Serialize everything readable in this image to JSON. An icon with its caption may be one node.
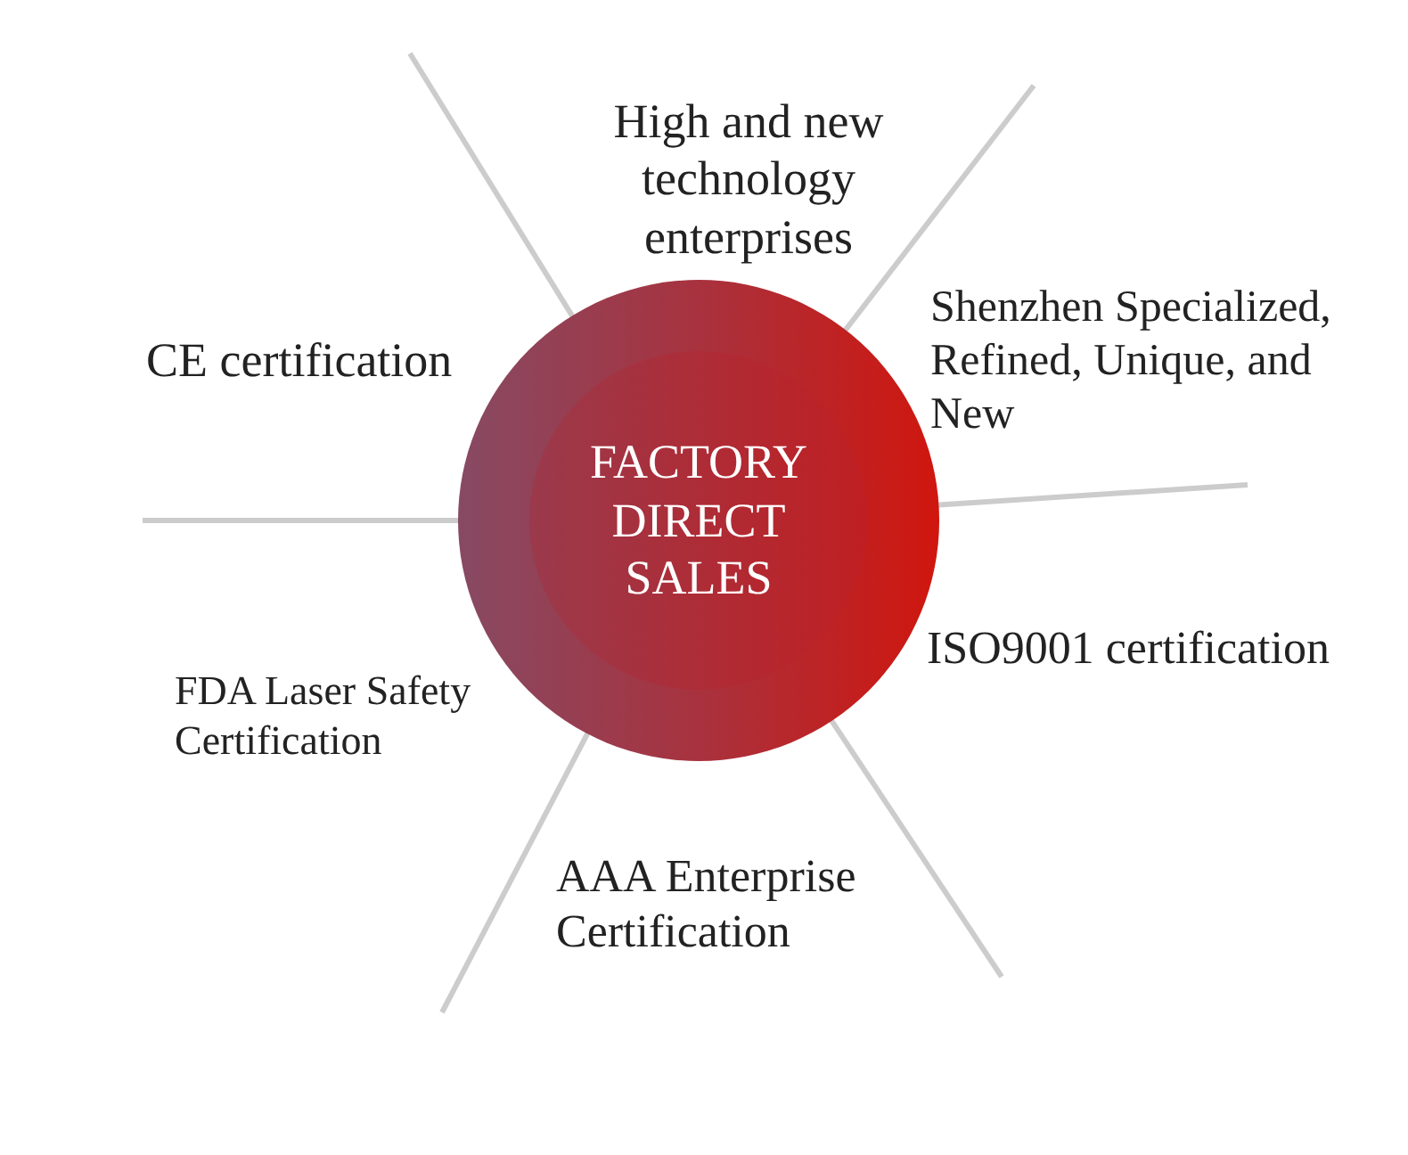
{
  "diagram": {
    "nodes": [
      {
        "text": [
          "FACTORY DIRECT SALES"
        ]
      }
    ],
    "labels": [
      "High and new technology enterprises",
      "CE certification",
      "Shenzhen Specialized, Refined, Unique, and New",
      "ISO9001 certification",
      "FDA Laser Safety Certification",
      "AAA Enterprise Certification"
    ]
  }
}
